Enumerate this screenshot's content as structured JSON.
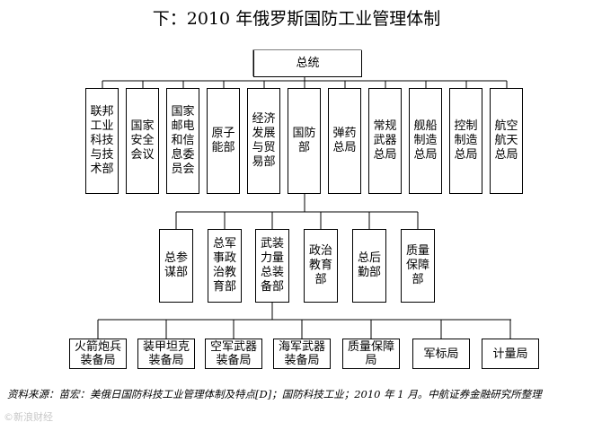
{
  "title": "下：2010 年俄罗斯国防工业管理体制",
  "president": "总统",
  "level1": [
    "联邦工业科技与技术部",
    "国家安全会议",
    "国家邮电和信息委员会",
    "原子能部",
    "经济发展与贸易部",
    "国防部",
    "弹药总局",
    "常规武器总局",
    "舰船制造总局",
    "控制制造总局",
    "航空航天总局"
  ],
  "level2": [
    "总参谋部",
    "总军事政治教育部",
    "武装力量总装备部",
    "政治教育部",
    "总后勤部",
    "质量保障部"
  ],
  "level3": [
    "火箭炮兵装备局",
    "装甲坦克装备局",
    "空军武器装备局",
    "海军武器装备局",
    "质量保障局",
    "军标局",
    "计量局"
  ],
  "source": "资料来源：苗宏：美俄日国防科技工业管理体制及特点[D]；国防科技工业；2010 年 1 月。中航证券金融研究所整理",
  "watermark": "©新浪财经"
}
